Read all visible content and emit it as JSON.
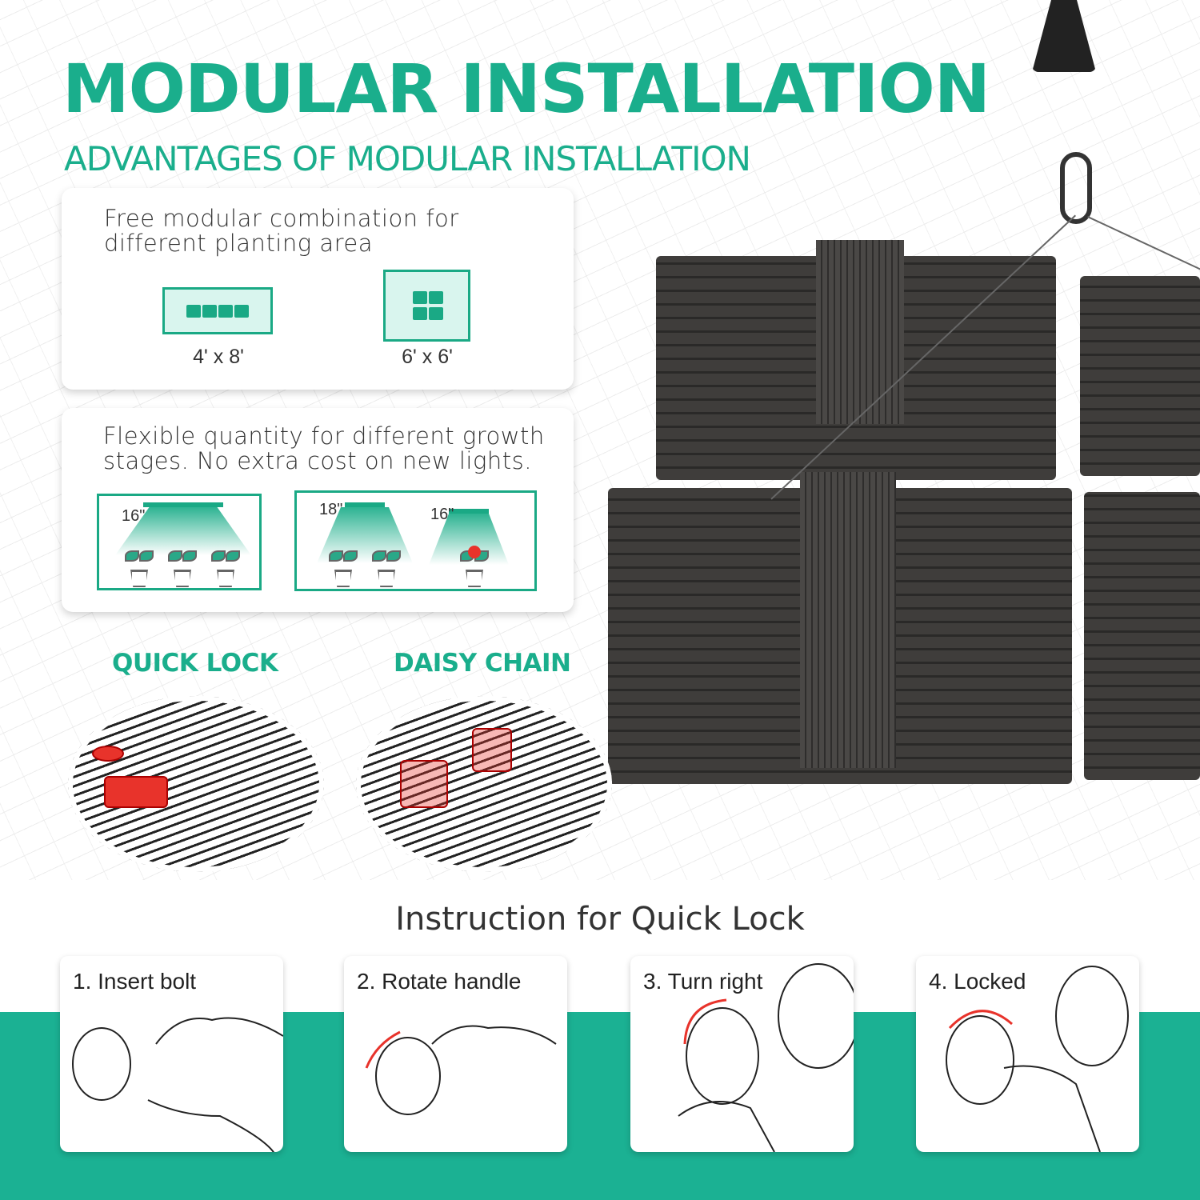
{
  "header": {
    "title": "MODULAR INSTALLATION",
    "subtitle": "ADVANTAGES OF MODULAR INSTALLATION"
  },
  "card_area": {
    "text_line1": "Free modular combination for",
    "text_line2": "different planting area",
    "options": [
      {
        "label": "4' x 8'",
        "icon": "four-in-row-icon"
      },
      {
        "label": "6' x 6'",
        "icon": "two-by-two-grid-icon"
      }
    ]
  },
  "card_growth": {
    "text_line1": "Flexible quantity for different growth",
    "text_line2": "stages. No extra cost on new lights.",
    "scenes": [
      {
        "heights": [
          "16\""
        ]
      },
      {
        "heights": [
          "18\"",
          "16\""
        ]
      }
    ]
  },
  "features": [
    {
      "label": "QUICK LOCK"
    },
    {
      "label": "DAISY CHAIN"
    }
  ],
  "instructions": {
    "title": "Instruction for Quick Lock",
    "steps": [
      {
        "label": "1. Insert bolt"
      },
      {
        "label": "2. Rotate handle"
      },
      {
        "label": "3. Turn right"
      },
      {
        "label": "4. Locked"
      }
    ]
  },
  "colors": {
    "accent": "#1aae8c",
    "band": "#1bb193",
    "highlight": "#e8332b"
  }
}
